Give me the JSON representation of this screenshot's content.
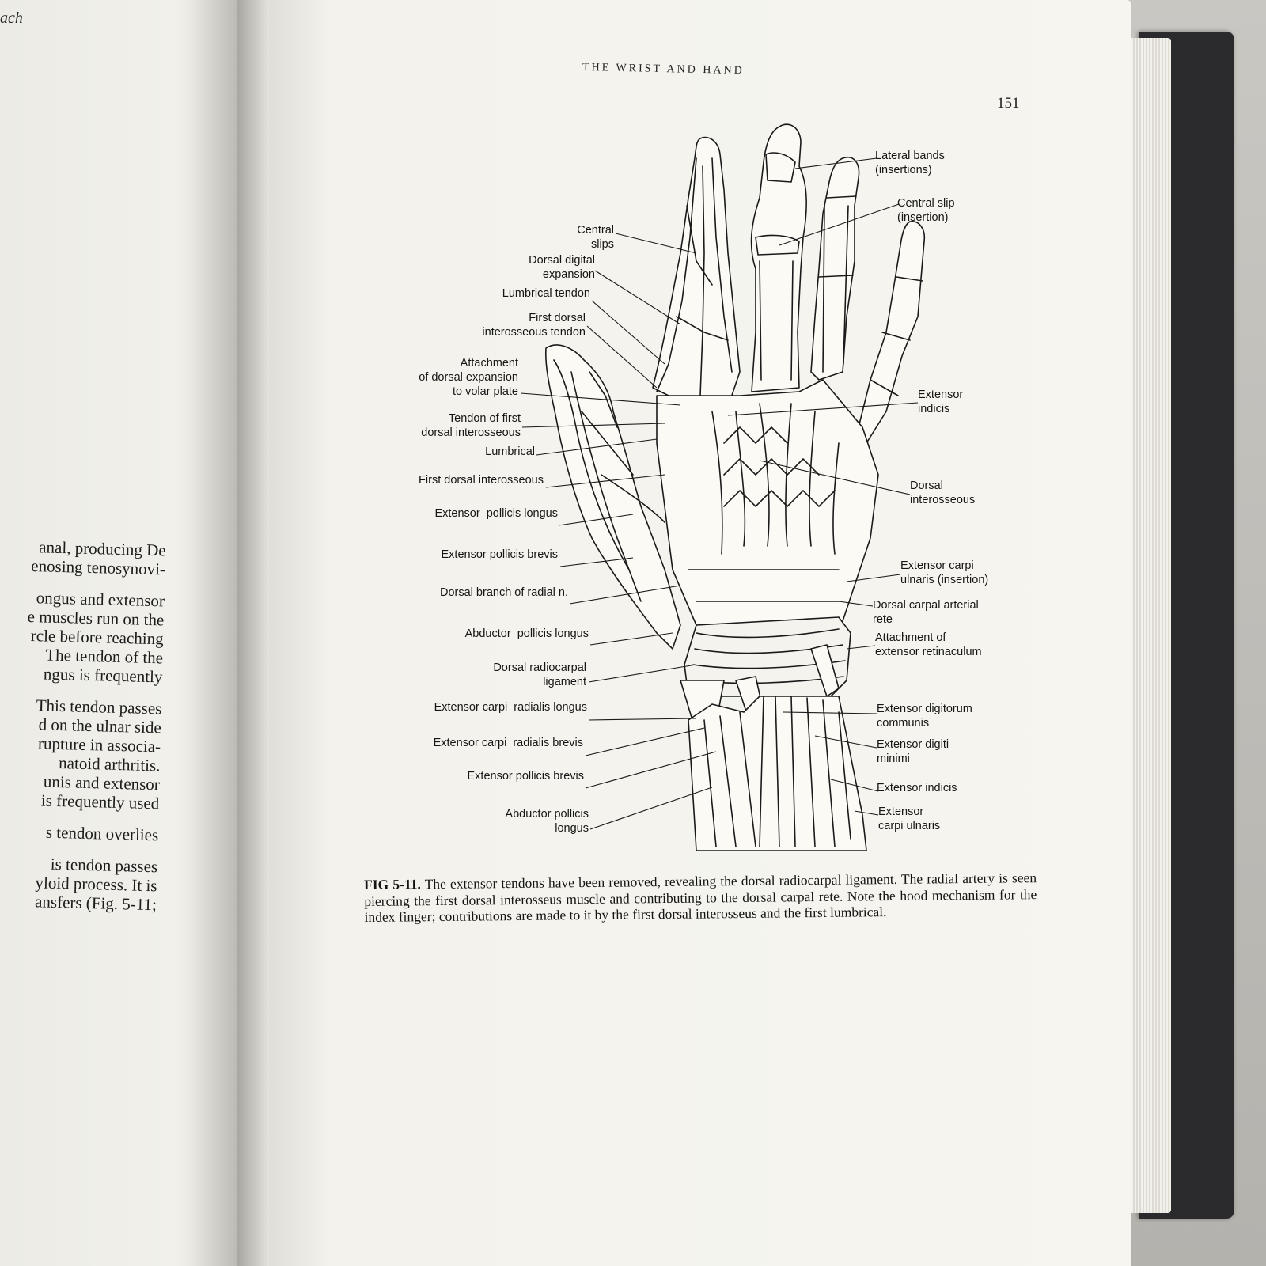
{
  "running_head": "THE WRIST AND HAND",
  "page_number": "151",
  "left_page": {
    "top_fragment": "ach",
    "lines": [
      "anal, producing De",
      "enosing tenosynovi-",
      "",
      "ongus and extensor",
      "e muscles run on the",
      "rcle before reaching",
      "The tendon of the",
      "ngus is frequently",
      "",
      "This tendon passes",
      "d on the ulnar side",
      "rupture in associa-",
      "natoid arthritis.",
      "unis and extensor",
      "is frequently used",
      "",
      "s tendon overlies",
      "",
      "is tendon passes",
      "yloid process. It is",
      "ansfers (Fig. 5-11;"
    ]
  },
  "figure": {
    "labels_left": [
      "Central\nslips",
      "Dorsal digital\nexpansion",
      "Lumbrical tendon",
      "First dorsal\ninterosseous tendon",
      "Attachment\nof dorsal expansion\nto volar plate",
      "Tendon of first\ndorsal interosseous",
      "Lumbrical",
      "First dorsal interosseous",
      "Extensor  pollicis longus",
      "Extensor pollicis brevis",
      "Dorsal branch of radial n.",
      "Abductor  pollicis longus",
      "Dorsal radiocarpal\nligament",
      "Extensor carpi  radialis longus",
      "Extensor carpi  radialis brevis",
      "Extensor pollicis brevis",
      "Abductor pollicis\nlongus"
    ],
    "labels_right": [
      "Lateral bands\n(insertions)",
      "Central slip\n(insertion)",
      "Extensor\nindicis",
      "Dorsal\ninterosseous",
      "Extensor carpi\nulnaris (insertion)",
      "Dorsal carpal arterial\nrete",
      "Attachment of\nextensor retinaculum",
      "Extensor digitorum\ncommunis",
      "Extensor digiti\nminimi",
      "Extensor indicis",
      "Extensor\ncarpi ulnaris"
    ]
  },
  "caption": {
    "fig_id": "FIG 5-11.",
    "text": " The extensor tendons have been removed, revealing the dorsal radiocarpal ligament. The radial artery is seen piercing the first dorsal interosseus muscle and contributing to the dorsal carpal rete. Note the hood mechanism for the index finger; contributions are made to it by the first dorsal interosseus and the first lumbrical."
  }
}
